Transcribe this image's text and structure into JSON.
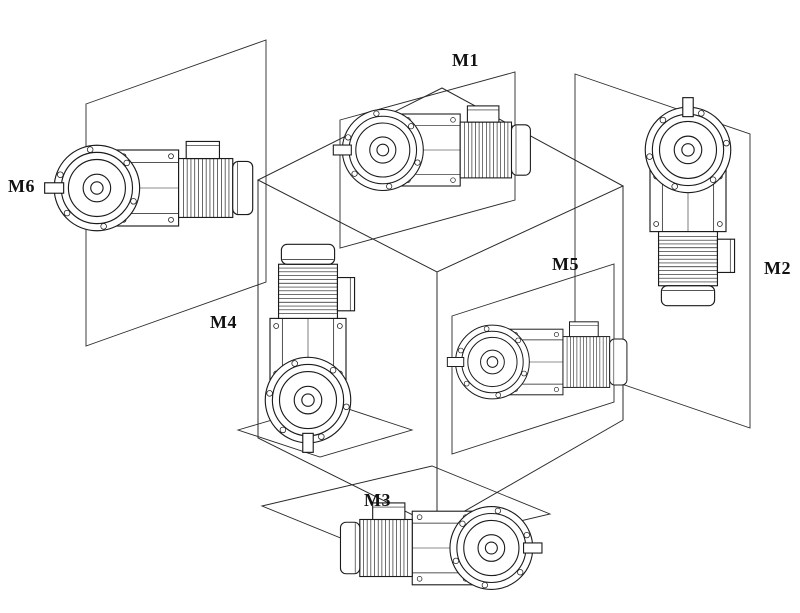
{
  "diagram": {
    "title_hidden": "",
    "labels": {
      "m1": "M1",
      "m2": "M2",
      "m3": "M3",
      "m4": "M4",
      "m5": "M5",
      "m6": "M6"
    }
  },
  "colors": {
    "line": "#1b1b1b",
    "background": "#ffffff"
  }
}
